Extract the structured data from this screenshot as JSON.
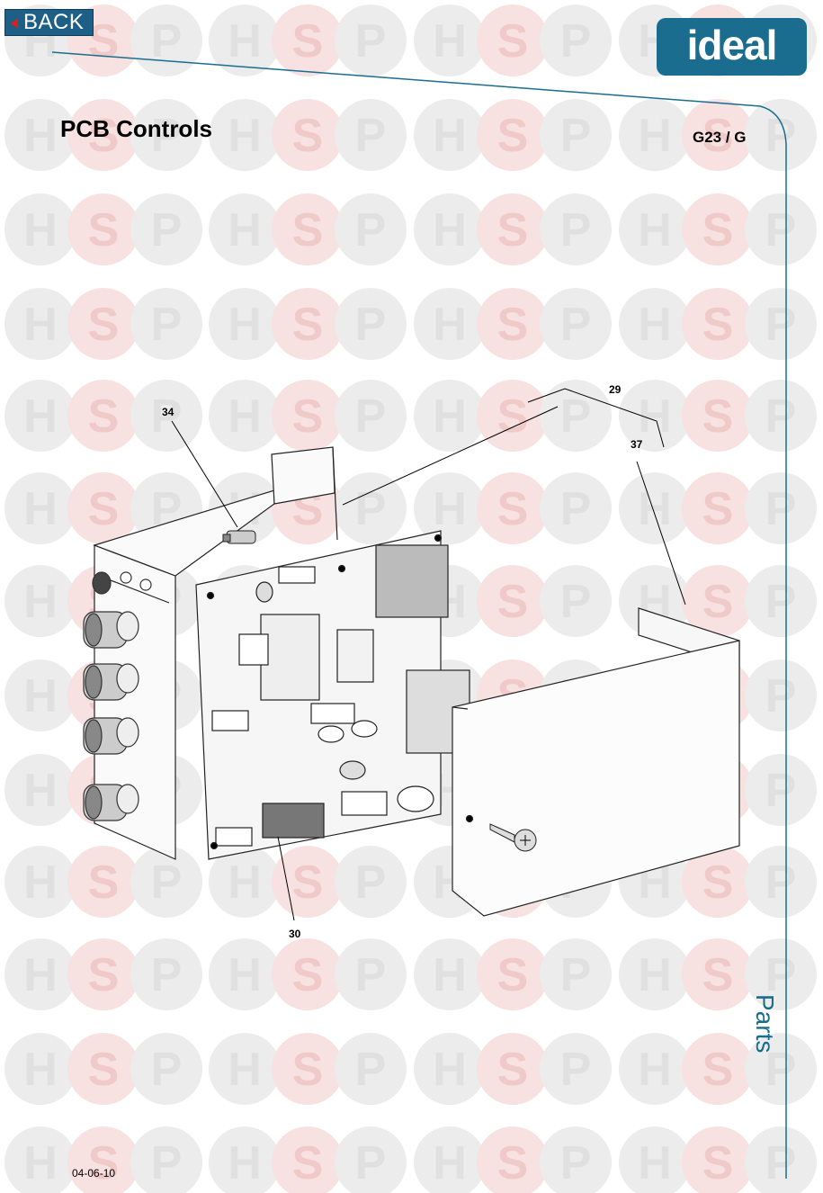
{
  "back_button": {
    "label": "BACK"
  },
  "brand": {
    "logo_text": "ideal",
    "color": "#1b6d8f"
  },
  "page": {
    "title": "PCB Controls",
    "model": "G23 / G",
    "side_label": "Parts",
    "date": "04-06-10"
  },
  "watermark": {
    "text": [
      "H",
      "S",
      "P"
    ]
  },
  "diagram": {
    "callouts": [
      {
        "id": "29",
        "label": "29"
      },
      {
        "id": "34",
        "label": "34"
      },
      {
        "id": "37",
        "label": "37"
      },
      {
        "id": "30",
        "label": "30"
      }
    ]
  }
}
